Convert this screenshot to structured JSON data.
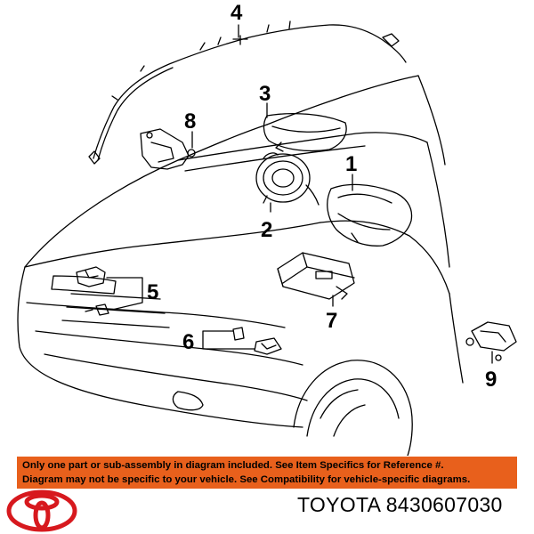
{
  "callouts": {
    "c1": "1",
    "c2": "2",
    "c3": "3",
    "c4": "4",
    "c5": "5",
    "c6": "6",
    "c7": "7",
    "c8": "8",
    "c9": "9"
  },
  "notice": {
    "line1": "Only one part or sub-assembly in diagram included. See Item Specifics for Reference #.",
    "line2": "Diagram may not be specific to your vehicle. See Compatibility for vehicle-specific diagrams.",
    "background_color": "#e8601c"
  },
  "footer": {
    "brand": "TOYOTA",
    "part_number": "8430607030"
  },
  "logo": {
    "color": "#d7191e"
  }
}
